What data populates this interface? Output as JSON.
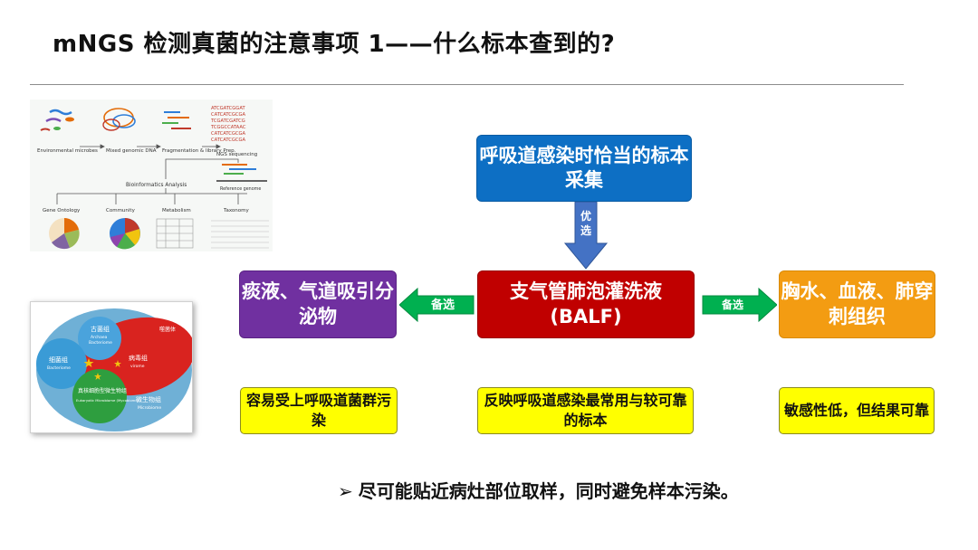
{
  "slide": {
    "title": "mNGS 检测真菌的注意事项 1——什么标本查到的?",
    "footer_marker": "➢",
    "footer_text": "尽可能贴近病灶部位取样，同时避免样本污染。"
  },
  "boxes": {
    "top": "呼吸道感染时恰当的标本采集",
    "center_line1": "支气管肺泡灌洗液",
    "center_line2": "(BALF)",
    "left": "痰液、气道吸引分泌物",
    "right": "胸水、血液、肺穿刺组织"
  },
  "arrows": {
    "down_line1": "优",
    "down_line2": "选",
    "left_label": "备选",
    "right_label": "备选"
  },
  "notes": {
    "left": "容易受上呼吸道菌群污染",
    "center": "反映呼吸道感染最常用与较可靠的标本",
    "right": "敏感性低，但结果可靠"
  },
  "workflow_figure": {
    "step1": "Environmental microbes",
    "step2": "Mixed genomic DNA",
    "step3": "Fragmentation & library Prep.",
    "step4": "NGS sequencing",
    "analysis": "Bioinformatics Analysis",
    "reference": "Reference genome",
    "sequences": [
      "ATCGATCGGAT",
      "CATCATCGCGA",
      "TCGATCGATCG",
      "TCGGCCATAAC",
      "CATCATCGCGA",
      "CATCATCGCGA"
    ],
    "branches": [
      "Gene Ontology",
      "Community",
      "Metabolism",
      "Taxonomy"
    ]
  },
  "venn_figure": {
    "archaea": "古菌组",
    "archaea_en": "Archaea",
    "archaea_en2": "Bacteriome",
    "bacteria": "细菌组",
    "bacteria_en": "Bacteriome",
    "virus": "病毒组",
    "virus_en": "virome",
    "eukaryote": "真核细胞型微生物组",
    "eukaryote_en": "Eukaryotic Microbiome (Mycobiome)",
    "phage": "噬菌体",
    "microbiome": "微生物组",
    "microbiome_en": "Microbiome",
    "colors": {
      "red": "#d9231f",
      "blue": "#3a9bd6",
      "green": "#2e9e3f",
      "background": "#6fb0d6"
    }
  },
  "colors": {
    "top_box": "#0d6fc4",
    "center_box": "#c00000",
    "left_box": "#7030a0",
    "right_box": "#f39c12",
    "note": "#ffff00",
    "down_arrow": "#4472c4",
    "side_arrow": "#00b050"
  }
}
